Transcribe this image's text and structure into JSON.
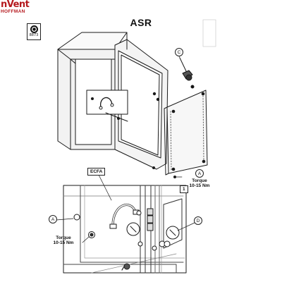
{
  "brand": {
    "name": "nVent",
    "sub": "HOFFMAN"
  },
  "badge": {
    "icon": "ground-symbol-icon",
    "code": "8873"
  },
  "title": "ASR",
  "callouts": {
    "c": "C",
    "a_top": "A",
    "a_detail": "A",
    "d": "D"
  },
  "torque_top": [
    "Torque",
    "10-15 Nm"
  ],
  "torque_detail": [
    "Torque",
    "10-15 Nm"
  ],
  "detail_number": "1",
  "ecfa_label": "ECFA"
}
